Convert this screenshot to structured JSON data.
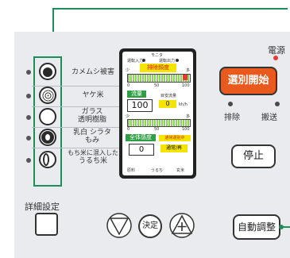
{
  "power_label": "電源",
  "items": [
    {
      "label": "カメムシ被害"
    },
    {
      "label": "ヤケ米"
    },
    {
      "label_lines": [
        "ガラス",
        "透明樹脂"
      ]
    },
    {
      "label_lines": [
        "乳白 シラタ",
        "もみ"
      ]
    },
    {
      "label_lines": [
        "もち米に混入した",
        "うるち米"
      ]
    }
  ],
  "screen": {
    "monitor_title": "モニタ",
    "status_left": "運転入力",
    "status_right": "運転出力",
    "eject_frequency": "排除頻度",
    "scale_low": "少",
    "scale_high": "多",
    "scale_0": "0",
    "scale_50": "50",
    "scale_100": "100",
    "flow_label": "流量",
    "flow_value": "100",
    "target_flow_label": "目安流量",
    "target_flow_value": "0",
    "target_flow_unit": "kh/h",
    "overall_sensitivity_label": "全体感度",
    "sensitivity_value": "0",
    "adjust_label": "通常選別中",
    "mode_label": "通常/再",
    "bottom_left": "原料",
    "bottom_mid": "うるち",
    "bottom_right": "玄米"
  },
  "buttons": {
    "start_sort": "選別開始",
    "eject": "排除",
    "transport": "搬送",
    "stop": "停止",
    "detail_settings": "詳細設定",
    "confirm": "決定",
    "auto_adjust": "自動調整"
  },
  "colors": {
    "accent_green": "#1d8e5a",
    "start_button": "#e85a1e",
    "power_led": "#e53935",
    "screen_green": "#2f9e44",
    "screen_yellow": "#f4e400"
  }
}
